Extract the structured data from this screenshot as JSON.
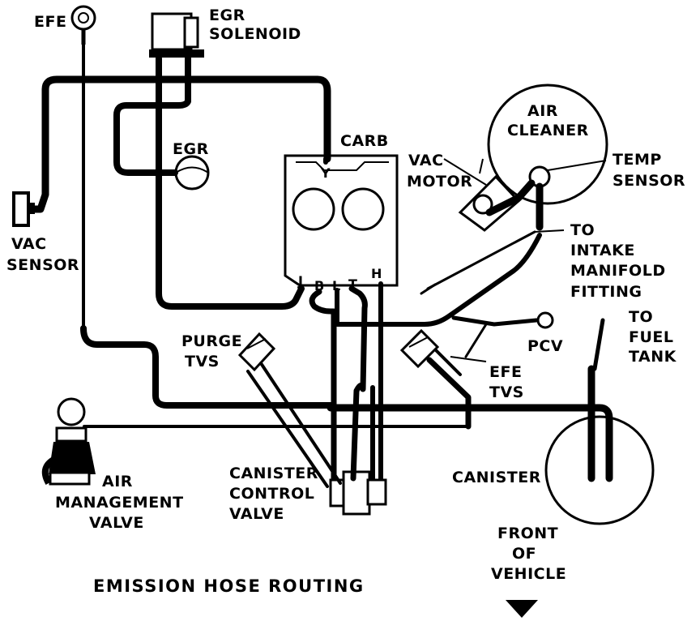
{
  "diagram": {
    "title": "EMISSION HOSE ROUTING",
    "labels": {
      "efe": "EFE",
      "egr_solenoid_1": "EGR",
      "egr_solenoid_2": "SOLENOID",
      "egr": "EGR",
      "carb": "CARB",
      "vac_sensor_1": "VAC",
      "vac_sensor_2": "SENSOR",
      "air_cleaner_1": "AIR",
      "air_cleaner_2": "CLEANER",
      "vac_motor_1": "VAC",
      "vac_motor_2": "MOTOR",
      "temp_sensor_1": "TEMP",
      "temp_sensor_2": "SENSOR",
      "intake_1": "TO",
      "intake_2": "INTAKE",
      "intake_3": "MANIFOLD",
      "intake_4": "FITTING",
      "pcv": "PCV",
      "fuel_tank_1": "TO",
      "fuel_tank_2": "FUEL",
      "fuel_tank_3": "TANK",
      "purge_tvs_1": "PURGE",
      "purge_tvs_2": "TVS",
      "efe_tvs_1": "EFE",
      "efe_tvs_2": "TVS",
      "air_mgmt_1": "AIR",
      "air_mgmt_2": "MANAGEMENT",
      "air_mgmt_3": "VALVE",
      "canister_ctrl_1": "CANISTER",
      "canister_ctrl_2": "CONTROL",
      "canister_ctrl_3": "VALVE",
      "canister": "CANISTER",
      "front_1": "FRONT",
      "front_2": "OF",
      "front_3": "VEHICLE"
    },
    "ports": {
      "y": "Y",
      "j": "J",
      "b": "B",
      "l": "L",
      "t": "T",
      "h": "H"
    }
  }
}
